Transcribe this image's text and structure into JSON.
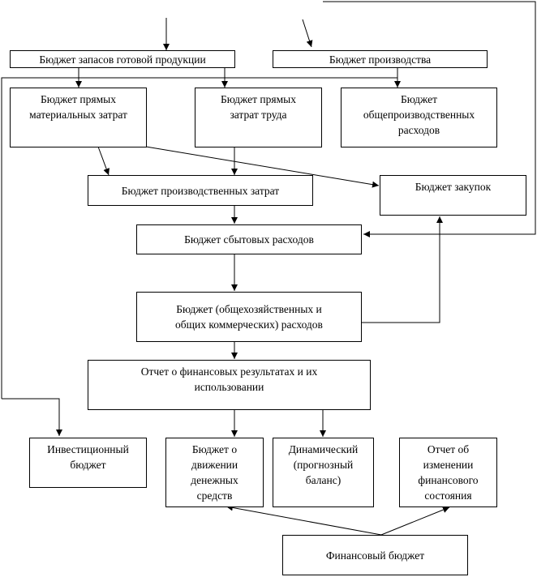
{
  "diagram": {
    "title": "",
    "boxes": {
      "finished_goods": "Бюджет запасов готовой продукции",
      "production": "Бюджет производства",
      "direct_materials": "Бюджет прямых\nматериальных затрат",
      "direct_labor": "Бюджет прямых\nзатрат труда",
      "overhead": "Бюджет\nобщепроизводственных\nрасходов",
      "production_costs": "Бюджет производственных затрат",
      "purchases": "Бюджет закупок",
      "selling_expenses": "Бюджет сбытовых расходов",
      "admin_expenses": "Бюджет (общехозяйственных  и\nобщих коммерческих)  расходов",
      "income_statement": "Отчет о финансовых результатах  и их\nиспользовании",
      "investment": "Инвестиционный\nбюджет",
      "cash_flow": "Бюджет о\nдвижении\nденежных\nсредств",
      "balance": "Динамический\n(прогнозный\nбаланс)",
      "fin_position": "Отчет об\nизменении\nфинансового\nсостояния",
      "financial_budget": "Финансовый бюджет"
    }
  }
}
